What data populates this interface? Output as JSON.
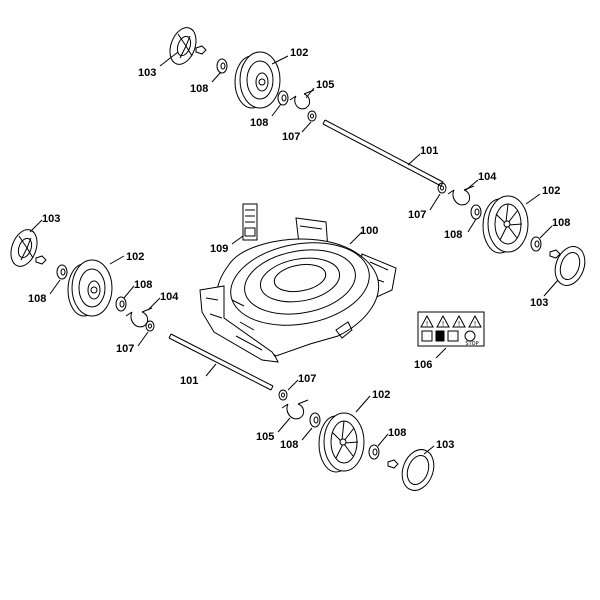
{
  "labels": [
    {
      "id": "l103a",
      "text": "103"
    },
    {
      "id": "l108a",
      "text": "108"
    },
    {
      "id": "l102a",
      "text": "102"
    },
    {
      "id": "l105a",
      "text": "105"
    },
    {
      "id": "l108b",
      "text": "108"
    },
    {
      "id": "l107a",
      "text": "107"
    },
    {
      "id": "l101a",
      "text": "101"
    },
    {
      "id": "l104a",
      "text": "104"
    },
    {
      "id": "l107b",
      "text": "107"
    },
    {
      "id": "l102b",
      "text": "102"
    },
    {
      "id": "l108c",
      "text": "108"
    },
    {
      "id": "l108d",
      "text": "108"
    },
    {
      "id": "l103b",
      "text": "103"
    },
    {
      "id": "l100",
      "text": "100"
    },
    {
      "id": "l109",
      "text": "109"
    },
    {
      "id": "l103c",
      "text": "103"
    },
    {
      "id": "l102c",
      "text": "102"
    },
    {
      "id": "l108e",
      "text": "108"
    },
    {
      "id": "l108f",
      "text": "108"
    },
    {
      "id": "l104b",
      "text": "104"
    },
    {
      "id": "l107c",
      "text": "107"
    },
    {
      "id": "l106",
      "text": "106"
    },
    {
      "id": "l101b",
      "text": "101"
    },
    {
      "id": "l107d",
      "text": "107"
    },
    {
      "id": "l102d",
      "text": "102"
    },
    {
      "id": "l105b",
      "text": "105"
    },
    {
      "id": "l108g",
      "text": "108"
    },
    {
      "id": "l108h",
      "text": "108"
    },
    {
      "id": "l103d",
      "text": "103"
    }
  ],
  "decal": {
    "stop_text": "STOP"
  }
}
